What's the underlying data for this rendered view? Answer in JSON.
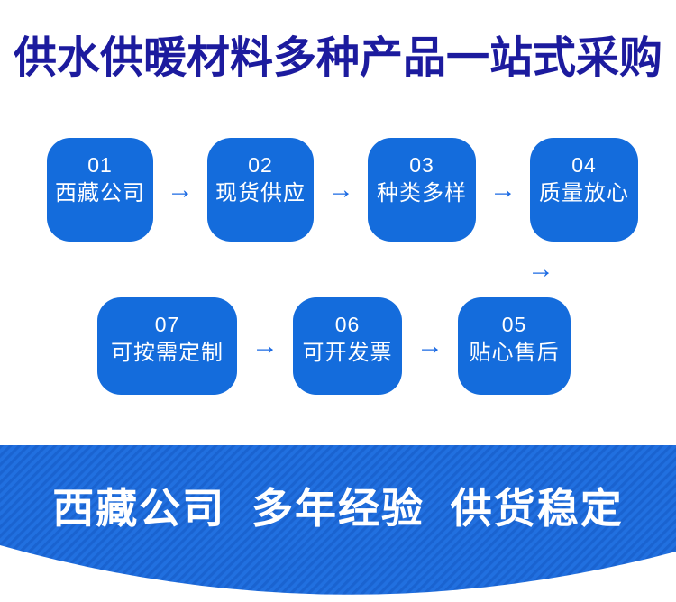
{
  "page": {
    "background_color": "#ffffff"
  },
  "title": {
    "text": "供水供暖材料多种产品一站式采购",
    "color": "#1c1b9e"
  },
  "flow": {
    "box_color": "#146cdc",
    "text_color": "#ffffff",
    "arrow": "→",
    "arrow_color": "#1b6ae3",
    "row1": [
      {
        "number": "01",
        "label": "西藏公司"
      },
      {
        "number": "02",
        "label": "现货供应"
      },
      {
        "number": "03",
        "label": "种类多样"
      },
      {
        "number": "04",
        "label": "质量放心"
      }
    ],
    "row2": [
      {
        "number": "07",
        "label": "可按需定制"
      },
      {
        "number": "06",
        "label": "可开发票"
      },
      {
        "number": "05",
        "label": "贴心售后"
      }
    ]
  },
  "banner": {
    "text": "西藏公司 多年经验 供货稳定",
    "text_color": "#ffffff",
    "base_color": "#2170e0",
    "stripe_color": "#1a63d0"
  }
}
